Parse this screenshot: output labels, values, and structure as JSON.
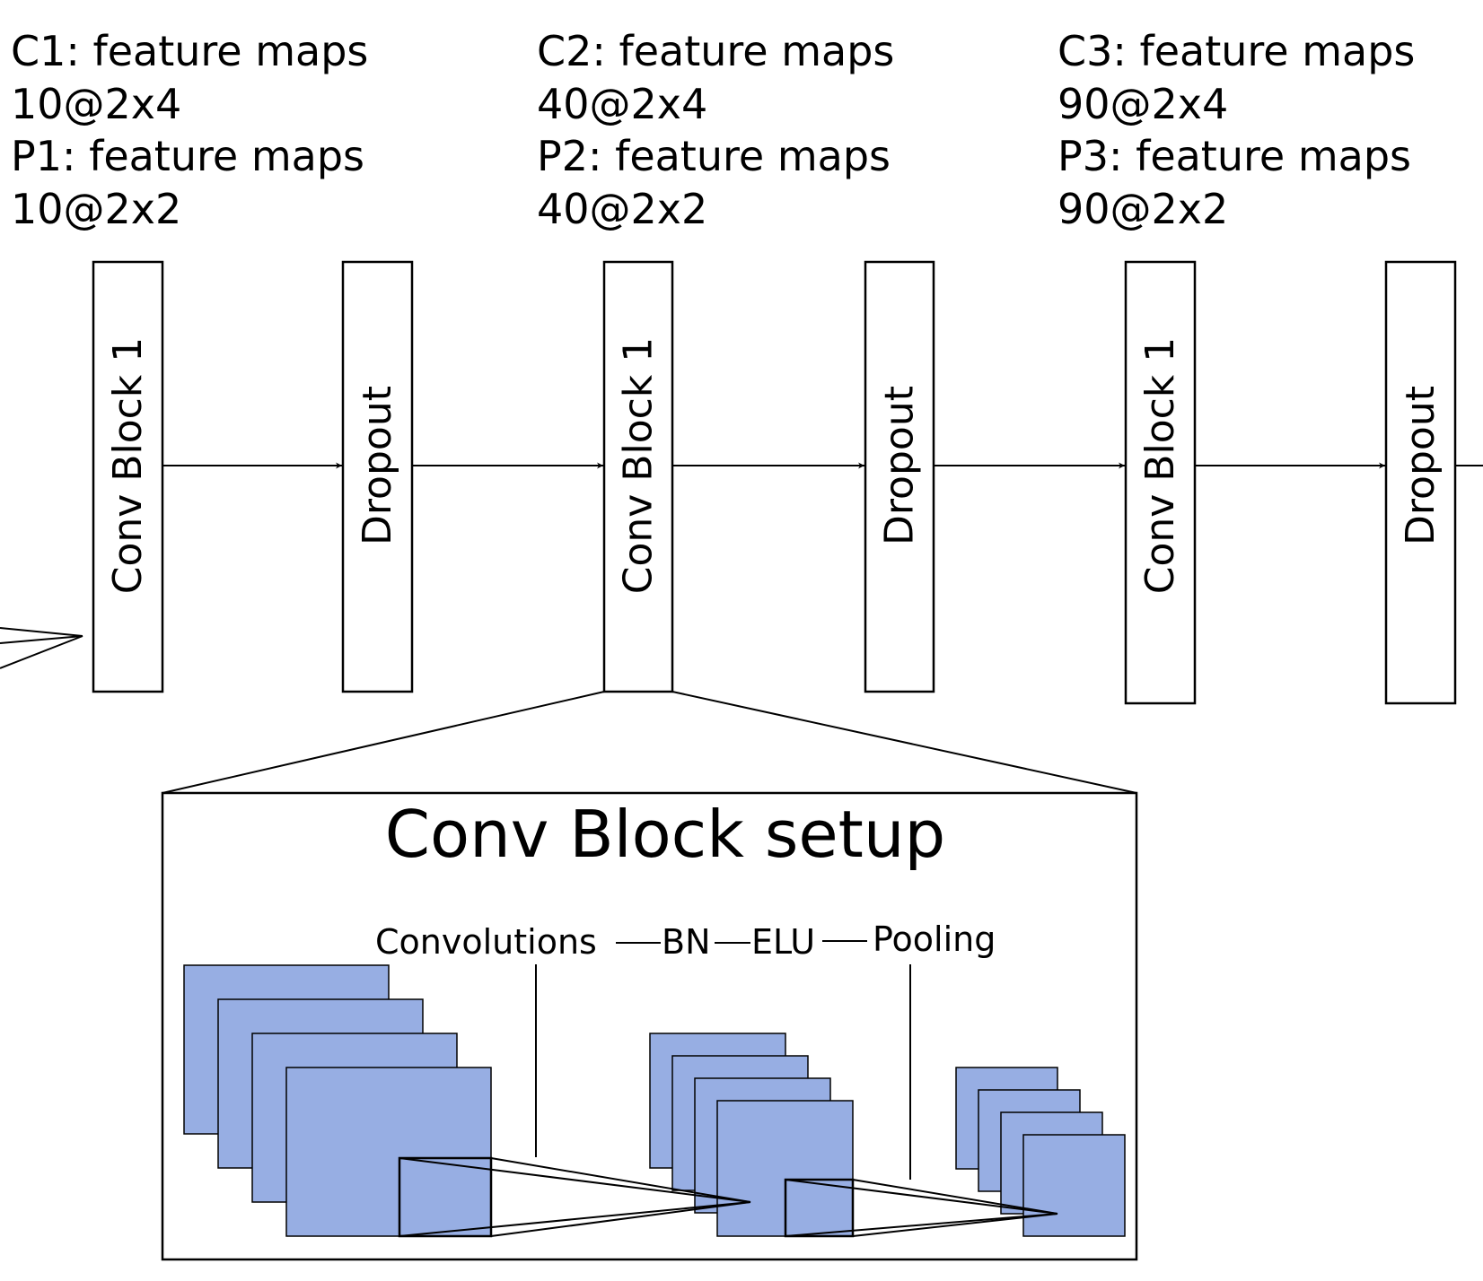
{
  "stages": [
    {
      "c_label": "C1: feature maps",
      "c_value": "10@2x4",
      "p_label": "P1: feature maps",
      "p_value": "10@2x2"
    },
    {
      "c_label": "C2: feature maps",
      "c_value": "40@2x4",
      "p_label": "P2: feature maps",
      "p_value": "40@2x2"
    },
    {
      "c_label": "C3: feature maps",
      "c_value": "90@2x4",
      "p_label": "P3: feature maps",
      "p_value": "90@2x2"
    }
  ],
  "blocks": [
    "Conv Block 1",
    "Dropout",
    "Conv Block 1",
    "Dropout",
    "Conv Block 1",
    "Dropout"
  ],
  "setup": {
    "title": "Conv Block setup",
    "convolutions": "Convolutions",
    "bn": "BN",
    "elu": "ELU",
    "pooling": "Pooling"
  },
  "colors": {
    "feature_map_fill": "#97aee3",
    "stroke": "#000000"
  }
}
